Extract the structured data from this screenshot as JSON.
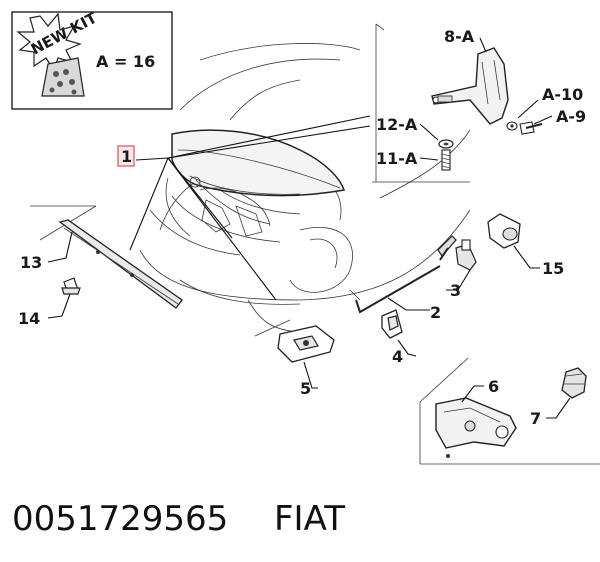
{
  "kit_box": {
    "badge_text": "NEW KIT",
    "quantity_text": "A = 16"
  },
  "callouts": {
    "c1": "1",
    "c2": "2",
    "c3": "3",
    "c4": "4",
    "c5": "5",
    "c6": "6",
    "c7": "7",
    "c8a": "8-A",
    "c11a": "11-A",
    "c12a": "12-A",
    "c13": "13",
    "c14": "14",
    "c15": "15",
    "ca9": "A-9",
    "ca10": "A-10"
  },
  "caption": {
    "part_number": "0051729565",
    "brand": "FIAT"
  },
  "colors": {
    "highlight_box": "#e0707a",
    "highlight_fill": "#fbe9ea",
    "ink": "#1a1a1a"
  }
}
